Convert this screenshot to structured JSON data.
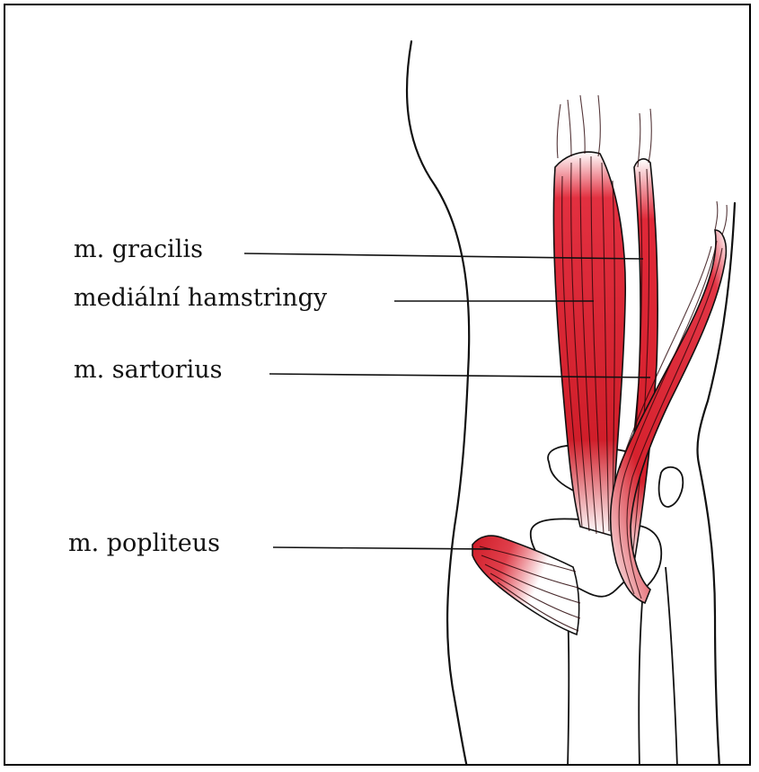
{
  "labels": {
    "gracilis": "m. gracilis",
    "hamstrings": "mediální hamstringy",
    "sartorius": "m. sartorius",
    "popliteus": "m. popliteus"
  },
  "colors": {
    "muscle": "#d8202a",
    "muscle_light": "#f4b8bc",
    "outline": "#111111",
    "border": "#000000"
  }
}
